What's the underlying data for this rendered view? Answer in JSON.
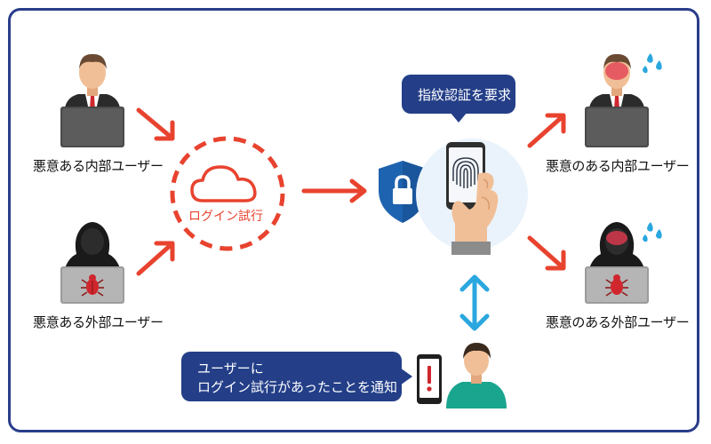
{
  "labels": {
    "left_inside": "悪意ある内部ユーザー",
    "left_outside": "悪意ある外部ユーザー",
    "right_inside": "悪意のある内部ユーザー",
    "right_outside": "悪意のある外部ユーザー",
    "login_attempt": "ログイン試行",
    "request_bubble": "指紋認証を要求",
    "notify_line1": "ユーザーに",
    "notify_line2": "ログイン試行があったことを通知"
  },
  "colors": {
    "frame": "#2a3d8a",
    "red_arrow": "#e8432f",
    "blue_arrow": "#2aa7df",
    "bubble": "#243f88",
    "shield": "#1e63b0"
  }
}
